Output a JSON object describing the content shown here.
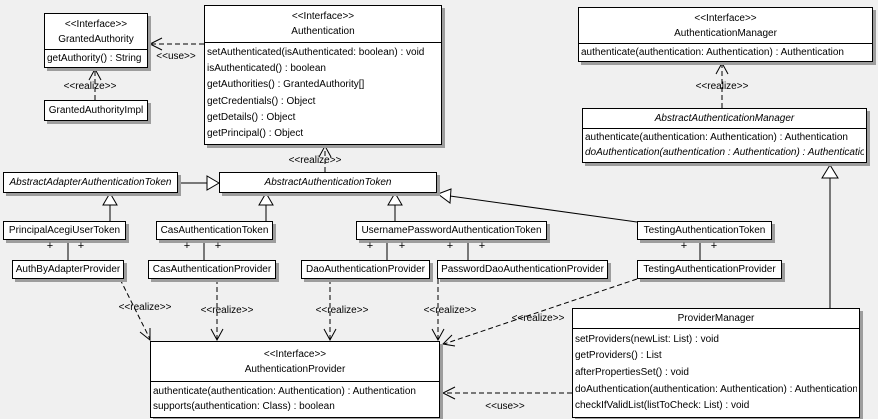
{
  "colors": {
    "background": "#f0f0f0",
    "box_fill": "#ffffff",
    "line": "#000000",
    "shadow": "#9d9d9d"
  },
  "labels": {
    "realize": "<<realize>>",
    "use": "<<use>>",
    "plus": "+"
  },
  "classes": {
    "granted_authority": {
      "stereotype": "<<Interface>>",
      "name": "GrantedAuthority",
      "methods": [
        "getAuthority() : String"
      ]
    },
    "granted_authority_impl": {
      "name": "GrantedAuthorityImpl"
    },
    "authentication": {
      "stereotype": "<<Interface>>",
      "name": "Authentication",
      "methods": [
        "setAuthenticated(isAuthenticated: boolean) : void",
        "isAuthenticated() : boolean",
        "getAuthorities() : GrantedAuthority[]",
        "getCredentials() : Object",
        "getDetails() : Object",
        "getPrincipal() : Object"
      ]
    },
    "authentication_manager": {
      "stereotype": "<<Interface>>",
      "name": "AuthenticationManager",
      "methods": [
        "authenticate(authentication: Authentication) : Authentication"
      ]
    },
    "abstract_authentication_manager": {
      "name": "AbstractAuthenticationManager",
      "methods": [
        "authenticate(authentication: Authentication) : Authentication",
        "doAuthentication(authentication : Authentication) : Authentication"
      ]
    },
    "abstract_adapter_authentication_token": {
      "name": "AbstractAdapterAuthenticationToken"
    },
    "abstract_authentication_token": {
      "name": "AbstractAuthenticationToken"
    },
    "principal_acegi_user_token": {
      "name": "PrincipalAcegiUserToken"
    },
    "cas_authentication_token": {
      "name": "CasAuthenticationToken"
    },
    "username_password_authentication_token": {
      "name": "UsernamePasswordAuthenticationToken"
    },
    "testing_authentication_token": {
      "name": "TestingAuthenticationToken"
    },
    "auth_by_adapter_provider": {
      "name": "AuthByAdapterProvider"
    },
    "cas_authentication_provider": {
      "name": "CasAuthenticationProvider"
    },
    "dao_authentication_provider": {
      "name": "DaoAuthenticationProvider"
    },
    "password_dao_authentication_provider": {
      "name": "PasswordDaoAuthenticationProvider"
    },
    "testing_authentication_provider": {
      "name": "TestingAuthenticationProvider"
    },
    "authentication_provider": {
      "stereotype": "<<Interface>>",
      "name": "AuthenticationProvider",
      "methods": [
        "authenticate(authentication: Authentication) : Authentication",
        "supports(authentication: Class) : boolean"
      ]
    },
    "provider_manager": {
      "name": "ProviderManager",
      "methods": [
        "setProviders(newList: List) : void",
        "getProviders() : List",
        "afterPropertiesSet() : void",
        "doAuthentication(authentication: Authentication) : Authentication",
        "checkIfValidList(listToCheck: List) : void"
      ]
    }
  },
  "relationships": [
    {
      "from": "Authentication",
      "to": "GrantedAuthority",
      "type": "use"
    },
    {
      "from": "GrantedAuthorityImpl",
      "to": "GrantedAuthority",
      "type": "realize"
    },
    {
      "from": "AbstractAuthenticationToken",
      "to": "Authentication",
      "type": "realize"
    },
    {
      "from": "AbstractAuthenticationManager",
      "to": "AuthenticationManager",
      "type": "realize"
    },
    {
      "from": "AbstractAdapterAuthenticationToken",
      "to": "AbstractAuthenticationToken",
      "type": "generalization"
    },
    {
      "from": "PrincipalAcegiUserToken",
      "to": "AbstractAdapterAuthenticationToken",
      "type": "generalization"
    },
    {
      "from": "CasAuthenticationToken",
      "to": "AbstractAuthenticationToken",
      "type": "generalization"
    },
    {
      "from": "UsernamePasswordAuthenticationToken",
      "to": "AbstractAuthenticationToken",
      "type": "generalization"
    },
    {
      "from": "TestingAuthenticationToken",
      "to": "AbstractAuthenticationToken",
      "type": "generalization"
    },
    {
      "from": "ProviderManager",
      "to": "AbstractAuthenticationManager",
      "type": "generalization"
    },
    {
      "from": "PrincipalAcegiUserToken",
      "to": "AuthByAdapterProvider",
      "type": "association"
    },
    {
      "from": "CasAuthenticationToken",
      "to": "CasAuthenticationProvider",
      "type": "association"
    },
    {
      "from": "UsernamePasswordAuthenticationToken",
      "to": "DaoAuthenticationProvider",
      "type": "association"
    },
    {
      "from": "UsernamePasswordAuthenticationToken",
      "to": "PasswordDaoAuthenticationProvider",
      "type": "association"
    },
    {
      "from": "TestingAuthenticationToken",
      "to": "TestingAuthenticationProvider",
      "type": "association"
    },
    {
      "from": "AuthByAdapterProvider",
      "to": "AuthenticationProvider",
      "type": "realize"
    },
    {
      "from": "CasAuthenticationProvider",
      "to": "AuthenticationProvider",
      "type": "realize"
    },
    {
      "from": "DaoAuthenticationProvider",
      "to": "AuthenticationProvider",
      "type": "realize"
    },
    {
      "from": "PasswordDaoAuthenticationProvider",
      "to": "AuthenticationProvider",
      "type": "realize"
    },
    {
      "from": "TestingAuthenticationProvider",
      "to": "AuthenticationProvider",
      "type": "realize"
    },
    {
      "from": "ProviderManager",
      "to": "AuthenticationProvider",
      "type": "use"
    }
  ]
}
